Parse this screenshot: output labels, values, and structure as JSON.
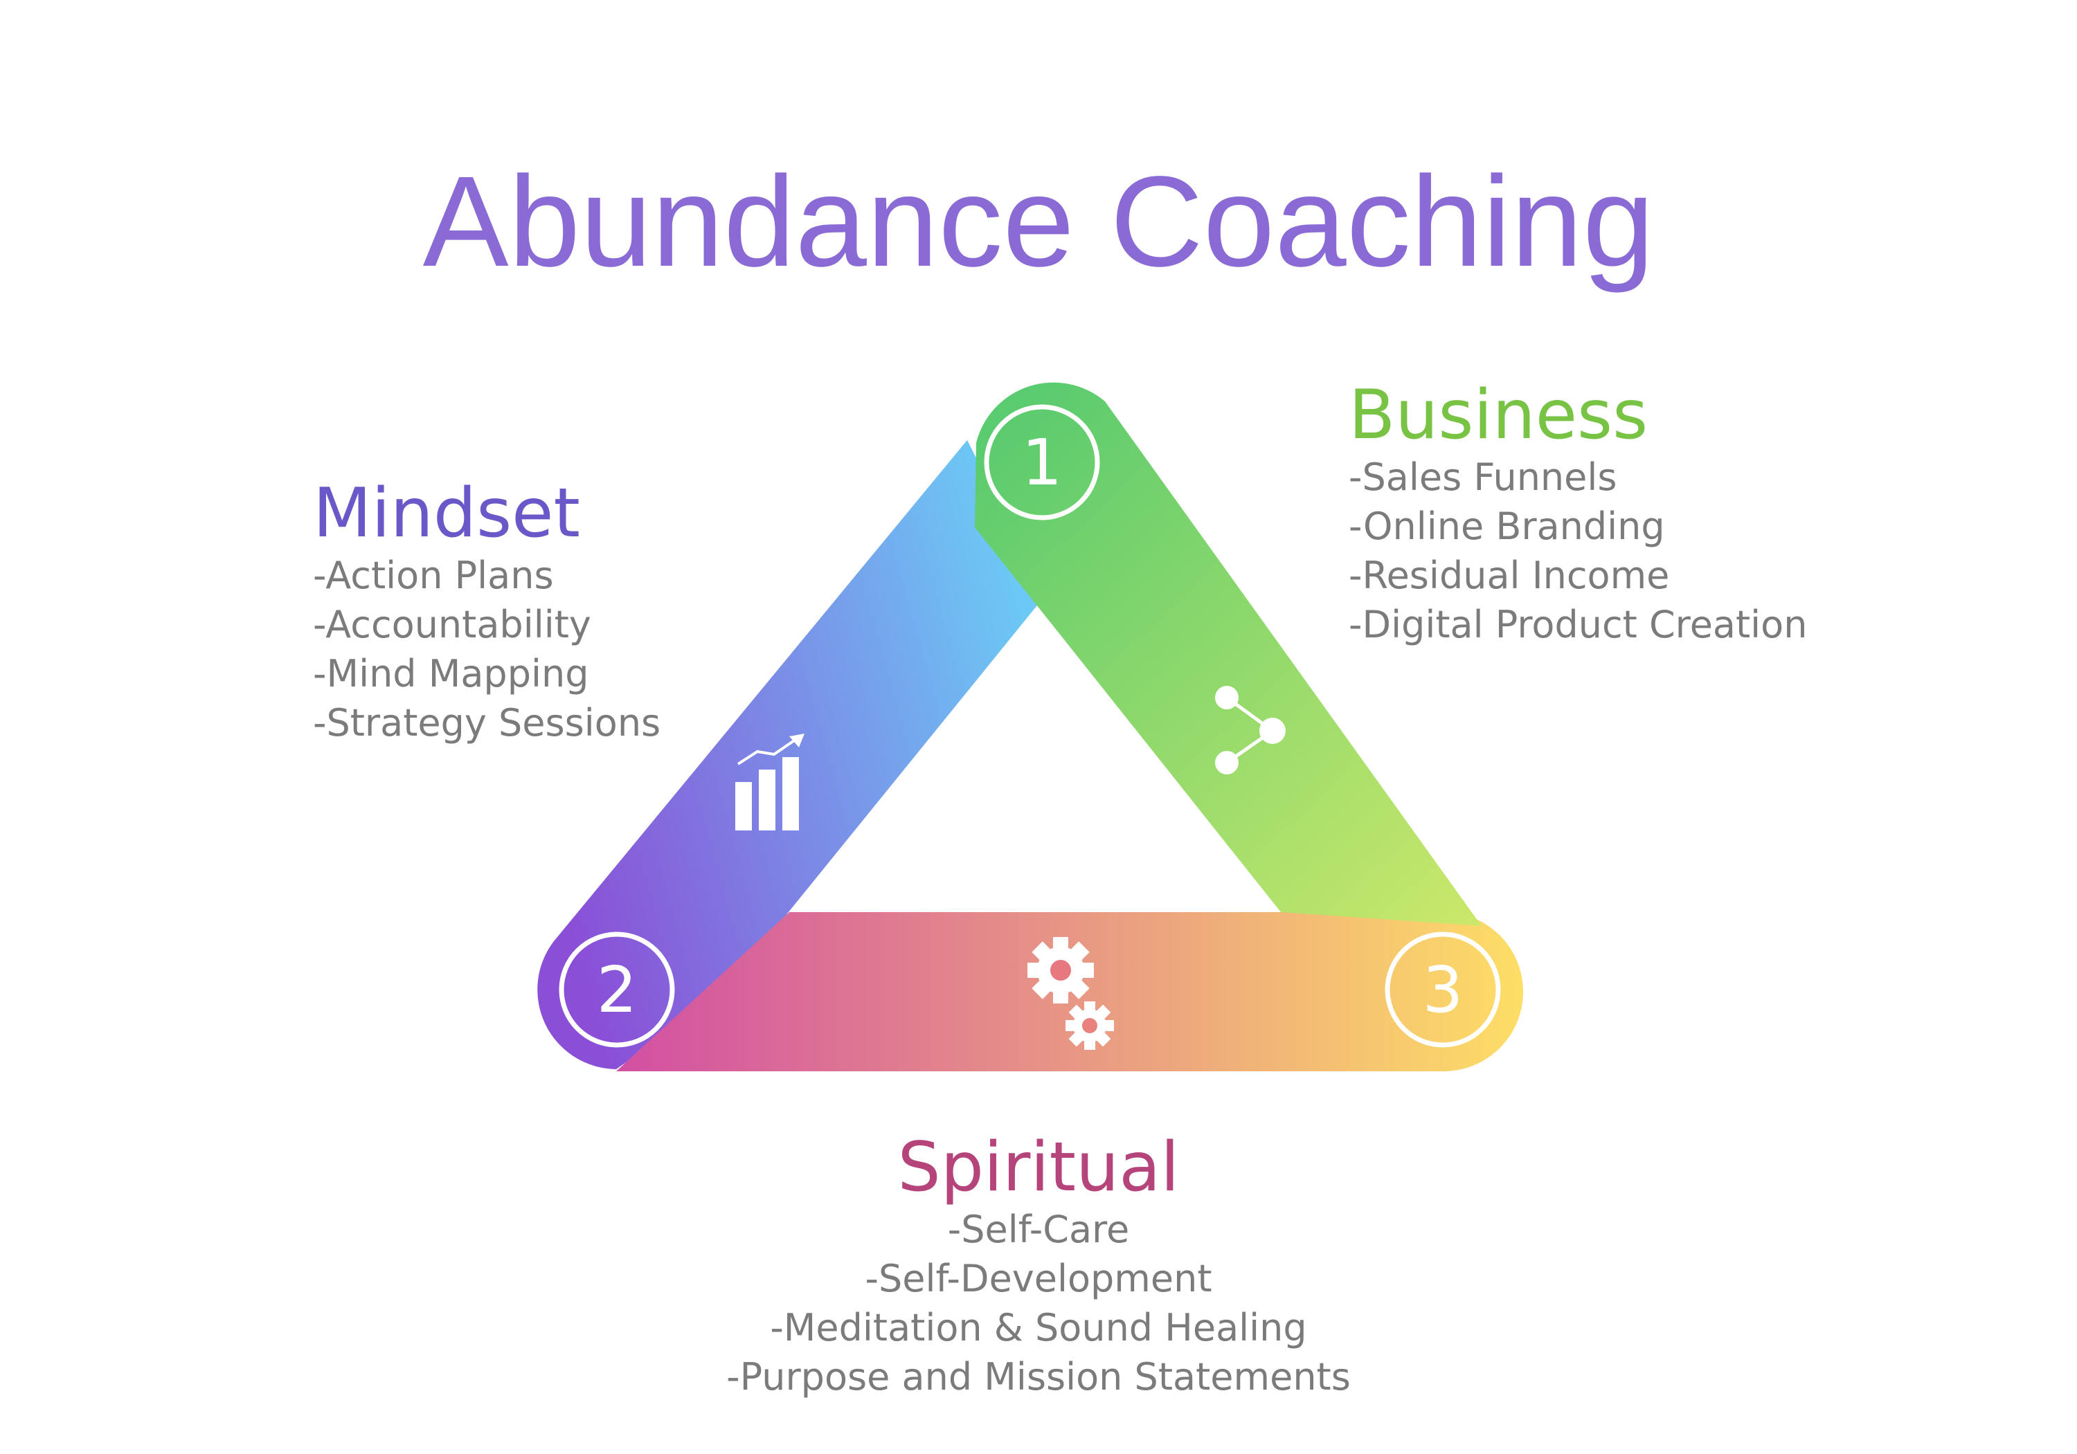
{
  "title": "Abundance Coaching",
  "nodes": [
    {
      "number": "1",
      "label": "Business",
      "icon": "share-icon"
    },
    {
      "number": "2",
      "label": "Mindset",
      "icon": "growth-chart-icon"
    },
    {
      "number": "3",
      "label": "Spiritual",
      "icon": "gears-icon"
    }
  ],
  "sections": {
    "mindset": {
      "heading": "Mindset",
      "items": [
        "-Action Plans",
        "-Accountability",
        "-Mind Mapping",
        "-Strategy Sessions"
      ]
    },
    "business": {
      "heading": "Business",
      "items": [
        "-Sales Funnels",
        "-Online Branding",
        "-Residual Income",
        "-Digital Product Creation"
      ]
    },
    "spiritual": {
      "heading": "Spiritual",
      "items": [
        "-Self-Care",
        "-Self-Development",
        "-Meditation & Sound Healing",
        "-Purpose and Mission Statements"
      ]
    }
  },
  "colors": {
    "title": "#8A6AD5",
    "mindset": "#6A58C8",
    "business": "#78C244",
    "spiritual": "#B4447A",
    "list_text": "#7B7B7B",
    "band_mindset_start": "#8A4FD6",
    "band_mindset_end": "#6CC8F5",
    "band_business_start": "#5ACB6E",
    "band_business_end": "#D3EA6A",
    "band_spiritual_start": "#D24FA3",
    "band_spiritual_end": "#FDDE66"
  }
}
